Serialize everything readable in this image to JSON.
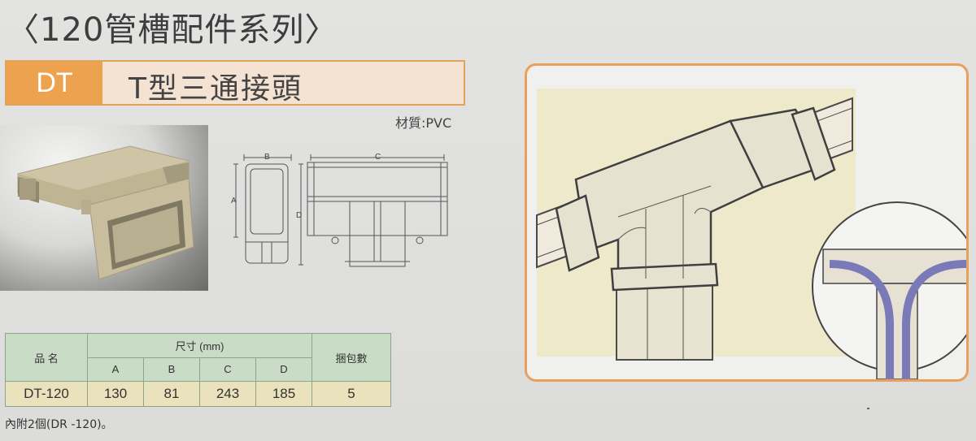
{
  "header": {
    "series_title": "〈120管槽配件系列〉",
    "product_code": "DT",
    "product_name": "T型三通接頭",
    "material": "材質:PVC"
  },
  "drawing": {
    "labels": {
      "a": "A",
      "b": "B",
      "c": "C",
      "d": "D"
    }
  },
  "table": {
    "col_name": "品  名",
    "col_size": "尺寸  (mm)",
    "col_pack": "捆包數",
    "sub_a": "A",
    "sub_b": "B",
    "sub_c": "C",
    "sub_d": "D",
    "row": {
      "name": "DT-120",
      "a": "130",
      "b": "81",
      "c": "243",
      "d": "185",
      "pack": "5"
    }
  },
  "footnote": "內附2個(DR -120)。",
  "colors": {
    "accent": "#eda24f",
    "table_header": "#c9dcc6",
    "table_body": "#e9e2bd",
    "duct": "#ece7d8"
  }
}
